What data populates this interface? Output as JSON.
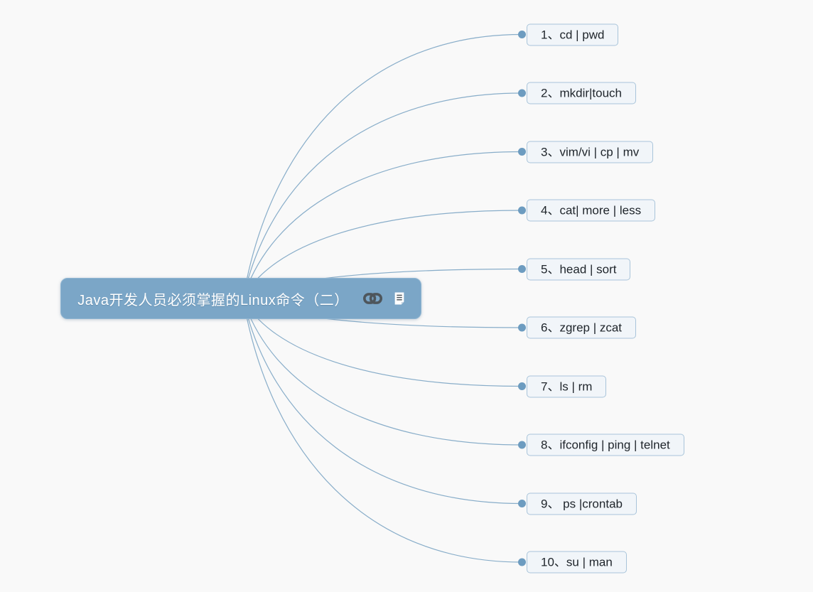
{
  "root": {
    "label": "Java开发人员必须掌握的Linux命令（二）",
    "icons": [
      "link-icon",
      "note-icon"
    ]
  },
  "branches": [
    "1、cd | pwd",
    "2、mkdir|touch",
    "3、vim/vi | cp | mv",
    "4、cat| more | less",
    "5、head | sort",
    "6、zgrep | zcat",
    "7、ls | rm",
    "8、ifconfig | ping | telnet",
    "9、 ps |crontab",
    "10、su | man"
  ],
  "colors": {
    "background": "#f9f9f9",
    "root_fill": "#7ba6c7",
    "root_border": "#8fb5d2",
    "root_text": "#ffffff",
    "branch_fill": "#f1f5f9",
    "branch_border": "#a9c4da",
    "branch_text": "#20262c",
    "connector": "#88adc9",
    "dot": "#6d9cc0",
    "link_icon": "#4e565c",
    "note_icon": "#ffffff"
  }
}
